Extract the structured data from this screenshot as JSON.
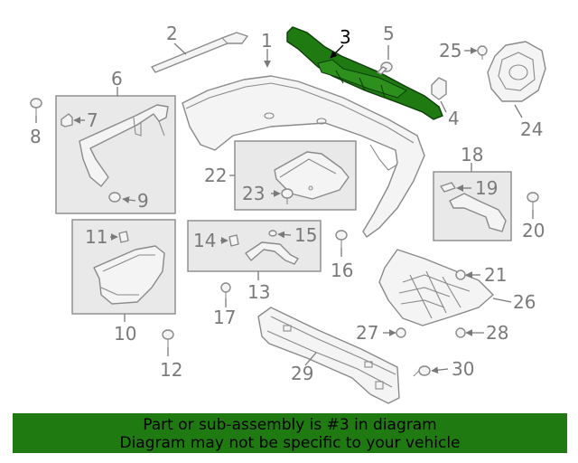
{
  "callouts": {
    "c1": "1",
    "c2": "2",
    "c3": "3",
    "c4": "4",
    "c5": "5",
    "c6": "6",
    "c7": "7",
    "c8": "8",
    "c9": "9",
    "c10": "10",
    "c11": "11",
    "c12": "12",
    "c13": "13",
    "c14": "14",
    "c15": "15",
    "c16": "16",
    "c17": "17",
    "c18": "18",
    "c19": "19",
    "c20": "20",
    "c21": "21",
    "c22": "22",
    "c23": "23",
    "c24": "24",
    "c25": "25",
    "c26": "26",
    "c27": "27",
    "c28": "28",
    "c29": "29",
    "c30": "30"
  },
  "highlight_color": "#1f7a12",
  "banner": {
    "line1": "Part or sub-assembly is #3 in diagram",
    "line2": "Diagram may not be specific to your vehicle"
  }
}
